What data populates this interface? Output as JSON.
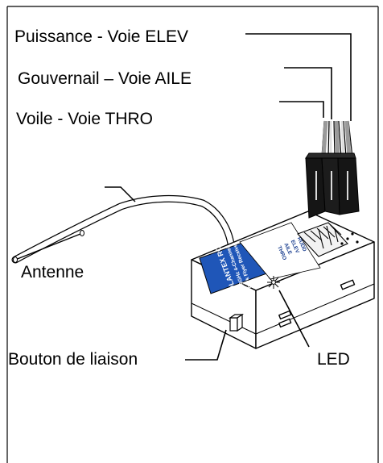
{
  "labels": {
    "elev": "Puissance - Voie ELEV",
    "aile": "Gouvernail – Voie AILE",
    "thro": "Voile - Voie THRO",
    "antenna": "Antenne",
    "bind_button": "Bouton de liaison",
    "led": "LED"
  },
  "receiver": {
    "channels": [
      "THRO",
      "AILE",
      "ELEV",
      "RUDD"
    ],
    "sticker_lines": [
      "Park Flyer Receiver",
      "2.4GHz 4-Channel",
      "VOLANTEX RC"
    ]
  },
  "colors": {
    "sticker": "#1f56b8",
    "line": "#000000",
    "connector": "#141414"
  }
}
